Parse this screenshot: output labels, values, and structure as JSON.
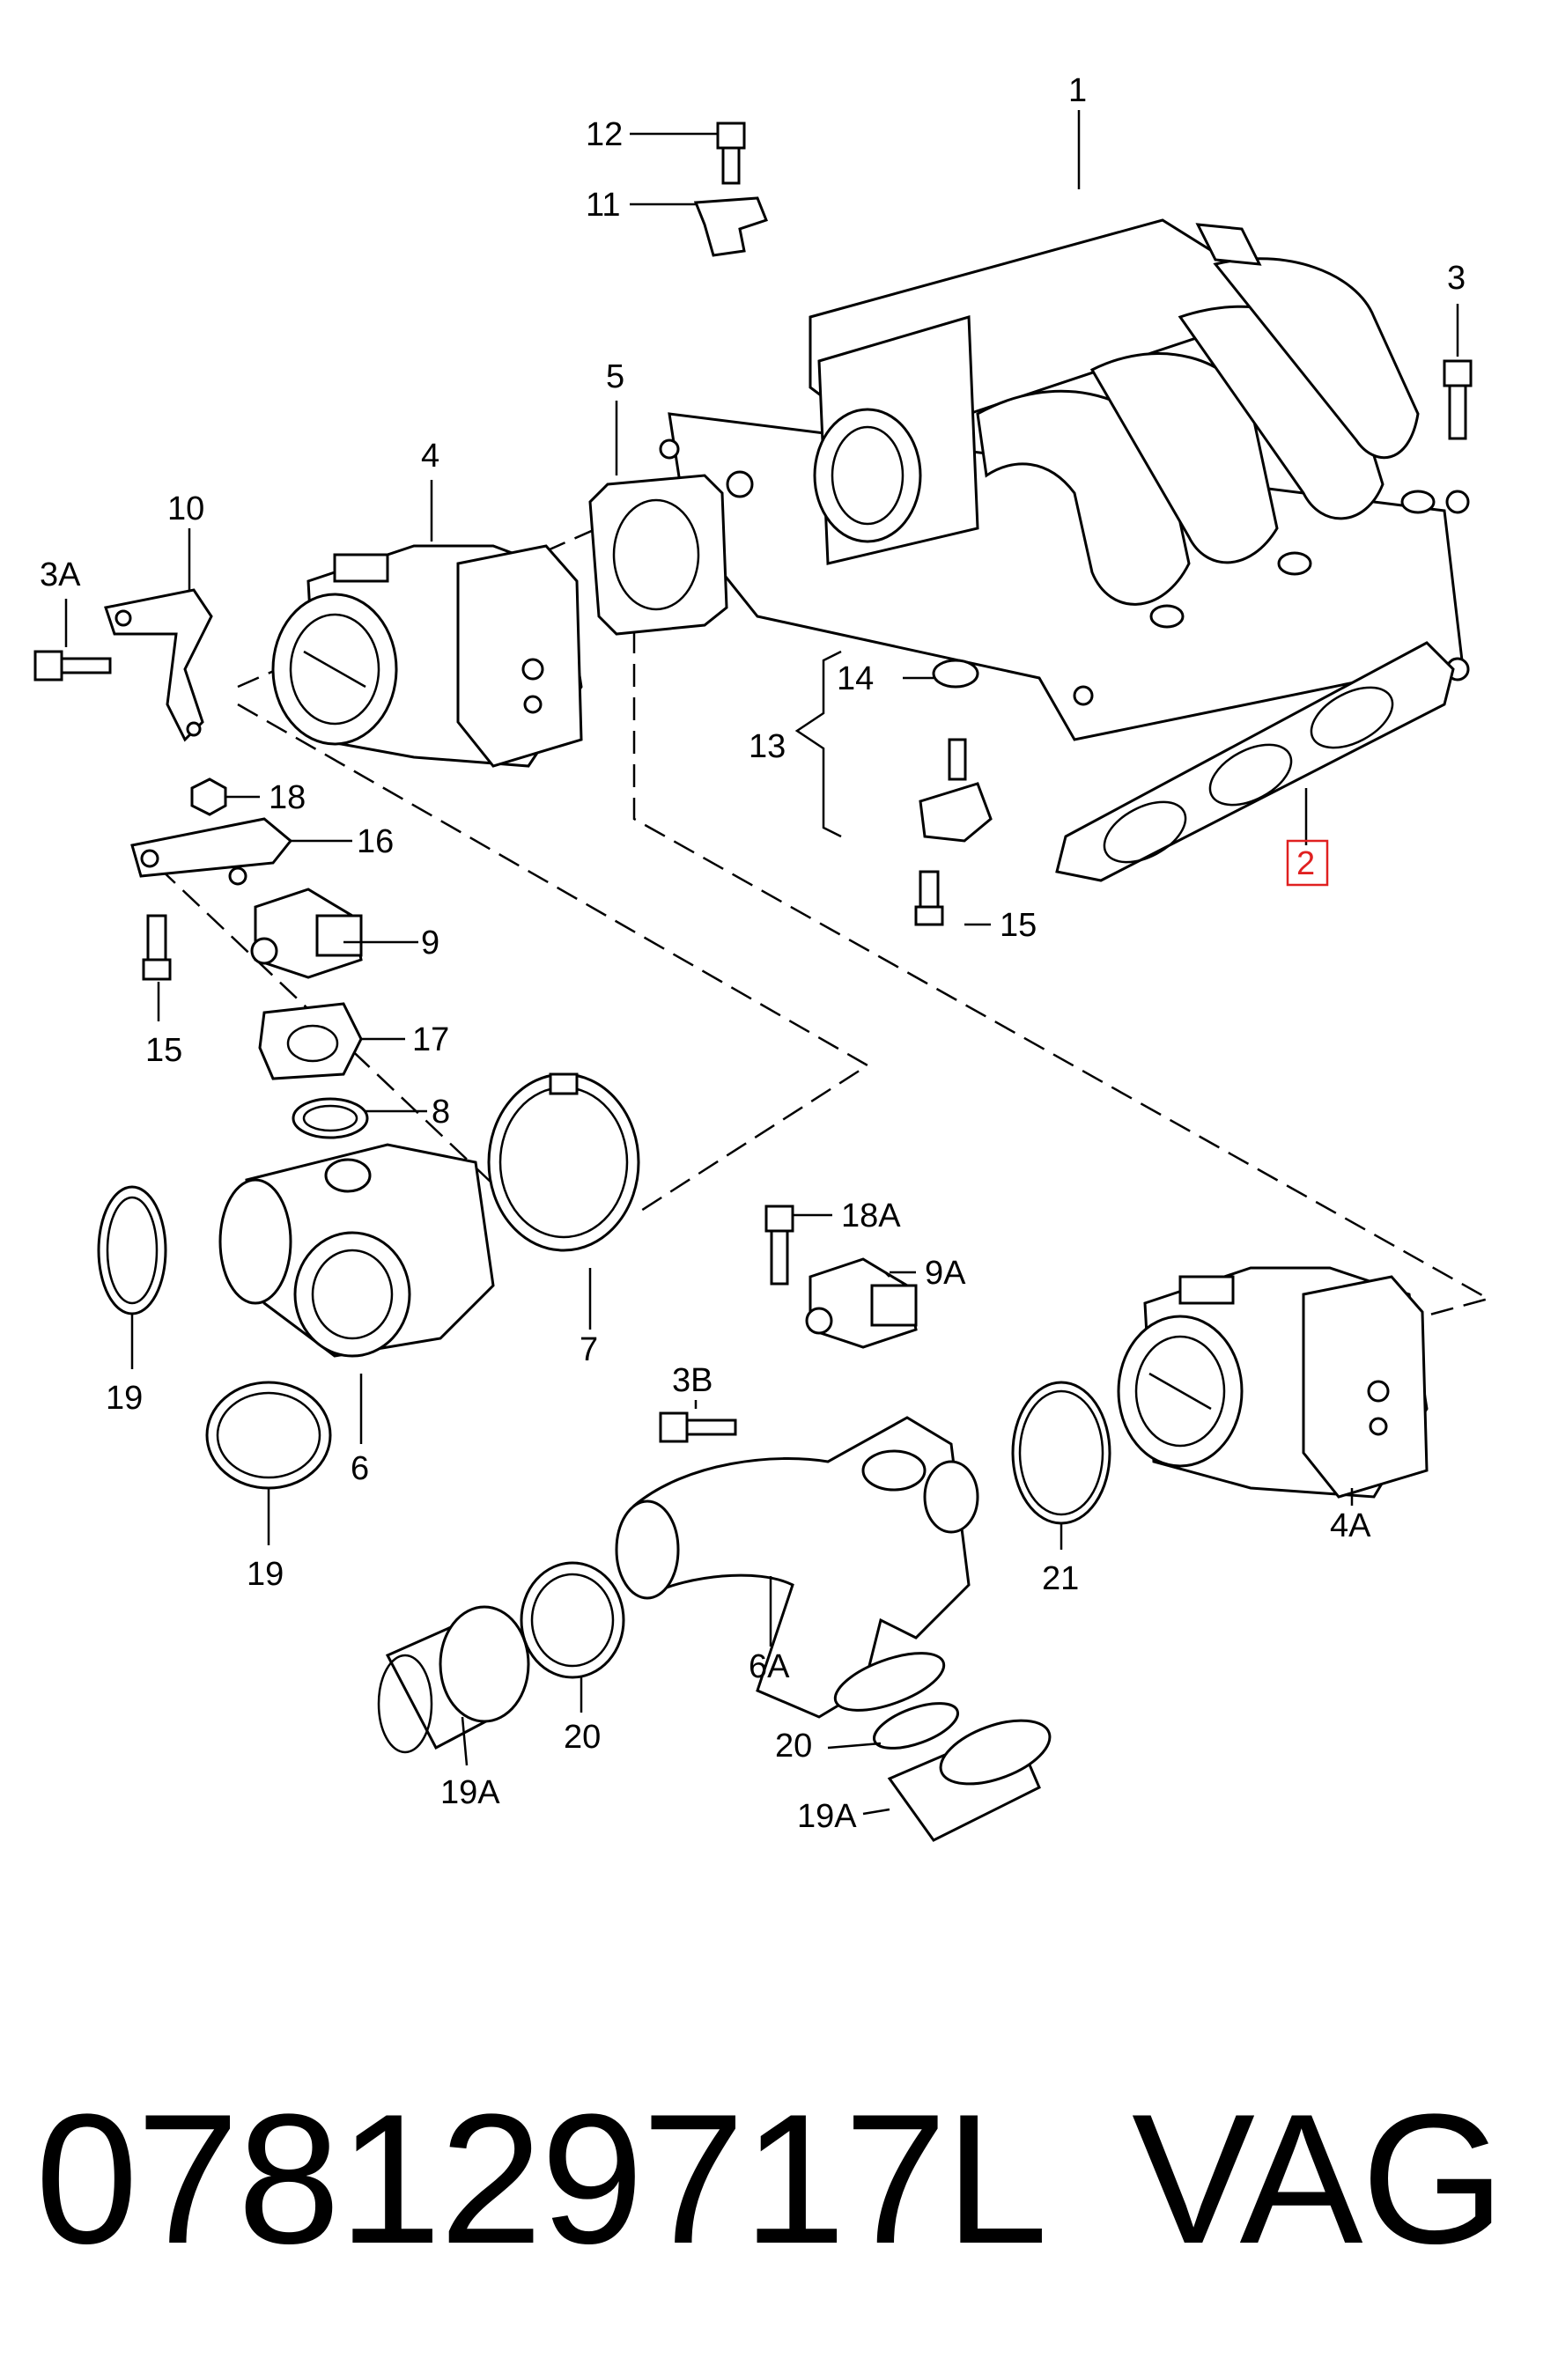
{
  "diagram": {
    "callouts": [
      "1",
      "2",
      "3",
      "3A",
      "3B",
      "4",
      "4A",
      "5",
      "6",
      "6A",
      "7",
      "8",
      "9",
      "9A",
      "10",
      "11",
      "12",
      "13",
      "14",
      "15",
      "15",
      "16",
      "17",
      "18",
      "18A",
      "19",
      "19",
      "19A",
      "19A",
      "20",
      "20",
      "21"
    ],
    "highlighted_callout": "2",
    "highlight_color": "#e02020"
  },
  "footer": {
    "part_number": "078129717L",
    "brand": "VAG"
  }
}
